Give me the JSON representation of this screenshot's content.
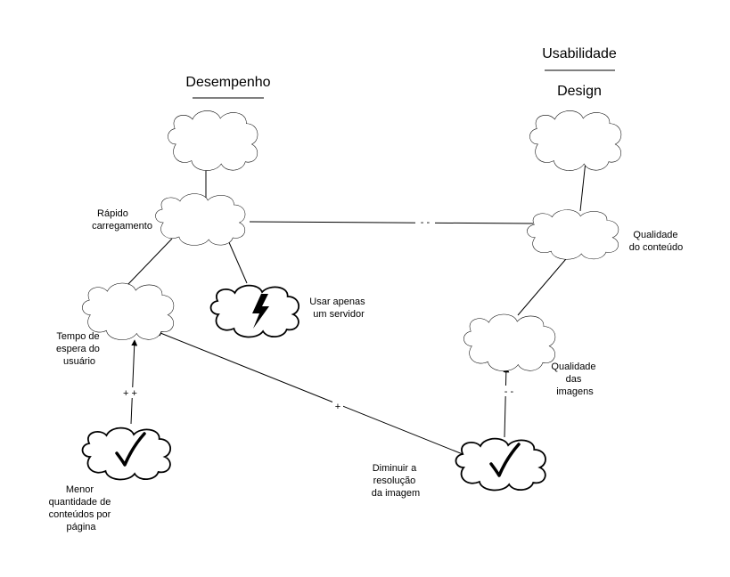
{
  "headers": {
    "desempenho": "Desempenho",
    "usabilidade": "Usabilidade",
    "design": "Design"
  },
  "nodes": {
    "rapido_carregamento": [
      "Rápido",
      "carregamento"
    ],
    "qualidade_conteudo": [
      "Qualidade",
      "do conteúdo"
    ],
    "usar_servidor": [
      "Usar apenas",
      "um servidor"
    ],
    "tempo_espera": [
      "Tempo de",
      "espera do",
      "usuário"
    ],
    "qualidade_imagens": [
      "Qualidade",
      "das",
      "imagens"
    ],
    "menor_quantidade": [
      "Menor",
      "quantidade de",
      "conteúdos por",
      "página"
    ],
    "diminuir_resolucao": [
      "Diminuir a",
      "resolução",
      "da imagem"
    ]
  },
  "edge_labels": {
    "rapido_qualidade": "- -",
    "menor_tempo": "+ +",
    "diminuir_tempo": "+",
    "diminuir_imagens": "- -"
  },
  "icons": {
    "softgoal": "cloud-icon",
    "operationalized_satisficed": "checkmark-icon",
    "operationalized_denied": "lightning-icon"
  }
}
